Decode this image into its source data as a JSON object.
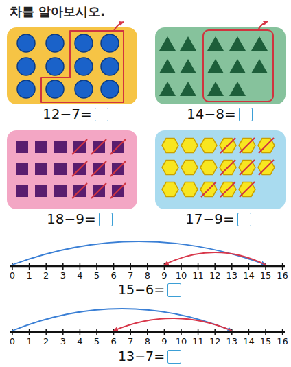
{
  "diagram": {
    "title": "차를 알아보시오.",
    "nodes": [
      {
        "text": [
          "12−7="
        ]
      },
      {
        "text": [
          "14−8="
        ]
      },
      {
        "text": [
          "18−9="
        ]
      },
      {
        "text": [
          "17−9="
        ]
      }
    ],
    "labels": [
      "0",
      "1",
      "2",
      "3",
      "4",
      "5",
      "6",
      "7",
      "8",
      "9",
      "10",
      "11",
      "12",
      "13",
      "14",
      "15",
      "16",
      "15−6=",
      "0",
      "1",
      "2",
      "3",
      "4",
      "5",
      "6",
      "7",
      "8",
      "9",
      "10",
      "11",
      "12",
      "13",
      "14",
      "15",
      "16",
      "13−7="
    ]
  }
}
